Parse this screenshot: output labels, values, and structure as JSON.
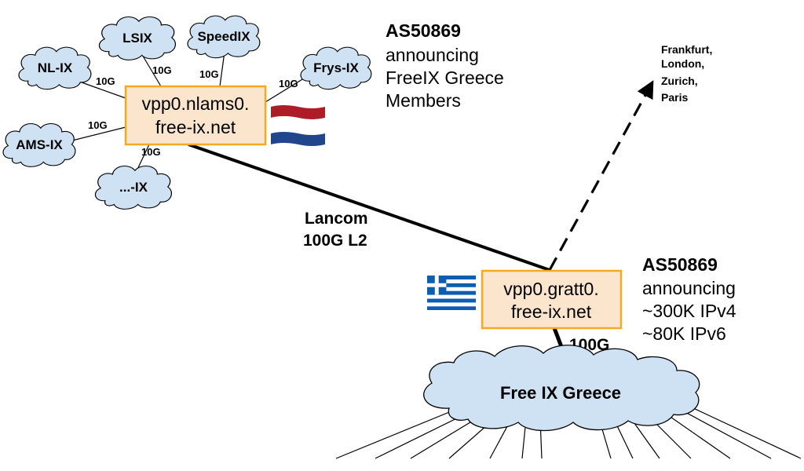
{
  "nl_clouds": [
    {
      "label": "LSIX"
    },
    {
      "label": "SpeedIX"
    },
    {
      "label": "NL-IX"
    },
    {
      "label": "Frys-IX"
    },
    {
      "label": "AMS-IX"
    },
    {
      "label": "...-IX"
    }
  ],
  "nl_links": [
    {
      "speed": "10G"
    },
    {
      "speed": "10G"
    },
    {
      "speed": "10G"
    },
    {
      "speed": "10G"
    },
    {
      "speed": "10G"
    },
    {
      "speed": "10G"
    }
  ],
  "nl_router": {
    "line1": "vpp0.nlams0.",
    "line2": "free-ix.net"
  },
  "gr_router": {
    "line1": "vpp0.gratt0.",
    "line2": "free-ix.net"
  },
  "nl_as": {
    "title": "AS50869",
    "lines": [
      "announcing",
      "FreeIX Greece",
      "Members"
    ]
  },
  "gr_as": {
    "title": "AS50869",
    "lines": [
      "announcing",
      "~300K IPv4",
      "~80K IPv6"
    ]
  },
  "backbone": {
    "line1": "Lancom",
    "line2": "100G L2"
  },
  "uplink_speed": "100G",
  "big_cloud": {
    "label": "Free IX Greece"
  },
  "destinations": [
    "Frankfurt,",
    "London,",
    "Zurich,",
    "Paris"
  ],
  "colors": {
    "cloud_fill": "#cfe2f3",
    "router_fill": "#fce5cd",
    "router_border": "#f6a821",
    "nl_flag_red": "#ae1c28",
    "nl_flag_blue": "#21468b",
    "gr_flag_blue": "#0d5eaf"
  },
  "icons": [
    "netherlands-flag-icon",
    "greece-flag-icon"
  ]
}
